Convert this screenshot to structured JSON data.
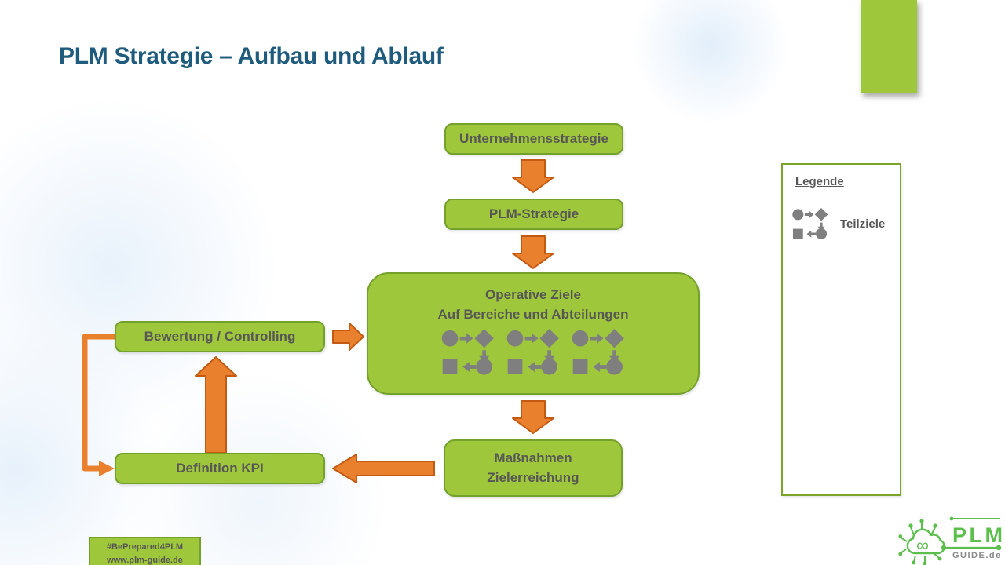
{
  "title": "PLM Strategie – Aufbau und Ablauf",
  "flow": {
    "unternehmensstrategie": "Unternehmensstrategie",
    "plm_strategie": "PLM-Strategie",
    "operative_line1": "Operative Ziele",
    "operative_line2": "Auf Bereiche und Abteilungen",
    "massnahmen_line1": "Maßnahmen",
    "massnahmen_line2": "Zielerreichung",
    "bewertung": "Bewertung / Controlling",
    "definition_kpi": "Definition KPI"
  },
  "legend": {
    "heading": "Legende",
    "item_icon": "teilziele-icon",
    "item_label": "Teilziele"
  },
  "footer_badge": {
    "line1": "#BePrepared4PLM",
    "line2": "www.plm-guide.de"
  },
  "logo": {
    "icon": "cloud-network-icon",
    "brand": "PLM",
    "domain": "GUIDE.de",
    "infinity_glyph": "∞"
  },
  "colors": {
    "box_green": "#9FC73C",
    "box_green_border": "#74A12C",
    "arrow_orange": "#E8802D",
    "arrow_orange_border": "#C45A11",
    "icon_gray": "#7F7F7F",
    "text_gray": "#575756",
    "title_blue": "#1F5B7C",
    "legend_border": "#7BA428",
    "logo_green": "#5CBE4C"
  }
}
